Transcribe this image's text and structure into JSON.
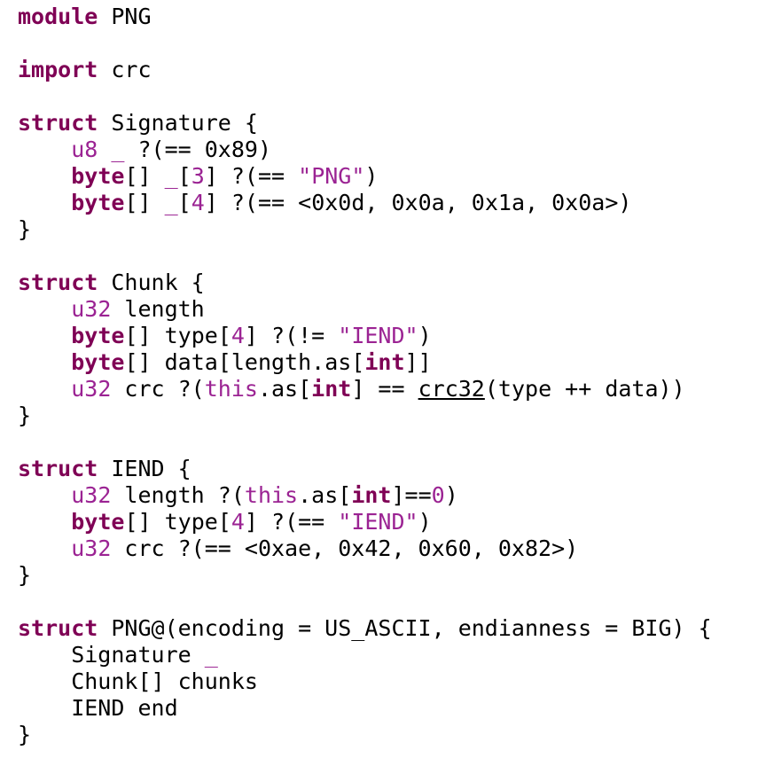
{
  "editor": {
    "colors": {
      "keyword": "#7f0055",
      "type": "#9b2393",
      "literal": "#9b2393",
      "default": "#000000",
      "background": "#ffffff"
    },
    "lines": [
      [
        {
          "t": "module",
          "s": "kw"
        },
        {
          "t": " PNG",
          "s": "plain"
        }
      ],
      [],
      [
        {
          "t": "import",
          "s": "kw"
        },
        {
          "t": " crc",
          "s": "plain"
        }
      ],
      [],
      [
        {
          "t": "struct",
          "s": "kw"
        },
        {
          "t": " Signature {",
          "s": "plain"
        }
      ],
      [
        {
          "t": "    ",
          "s": "plain"
        },
        {
          "t": "u8",
          "s": "type"
        },
        {
          "t": " ",
          "s": "plain"
        },
        {
          "t": "_",
          "s": "lit"
        },
        {
          "t": " ?(== 0x89)",
          "s": "plain"
        }
      ],
      [
        {
          "t": "    ",
          "s": "plain"
        },
        {
          "t": "byte",
          "s": "kw"
        },
        {
          "t": "[] ",
          "s": "plain"
        },
        {
          "t": "_",
          "s": "lit"
        },
        {
          "t": "[",
          "s": "plain"
        },
        {
          "t": "3",
          "s": "lit"
        },
        {
          "t": "] ?(== ",
          "s": "plain"
        },
        {
          "t": "\"PNG\"",
          "s": "lit"
        },
        {
          "t": ")",
          "s": "plain"
        }
      ],
      [
        {
          "t": "    ",
          "s": "plain"
        },
        {
          "t": "byte",
          "s": "kw"
        },
        {
          "t": "[] ",
          "s": "plain"
        },
        {
          "t": "_",
          "s": "lit"
        },
        {
          "t": "[",
          "s": "plain"
        },
        {
          "t": "4",
          "s": "lit"
        },
        {
          "t": "] ?(== <0x0d, 0x0a, 0x1a, 0x0a>)",
          "s": "plain"
        }
      ],
      [
        {
          "t": "}",
          "s": "plain"
        }
      ],
      [],
      [
        {
          "t": "struct",
          "s": "kw"
        },
        {
          "t": " Chunk {",
          "s": "plain"
        }
      ],
      [
        {
          "t": "    ",
          "s": "plain"
        },
        {
          "t": "u32",
          "s": "type"
        },
        {
          "t": " length",
          "s": "plain"
        }
      ],
      [
        {
          "t": "    ",
          "s": "plain"
        },
        {
          "t": "byte",
          "s": "kw"
        },
        {
          "t": "[] type[",
          "s": "plain"
        },
        {
          "t": "4",
          "s": "lit"
        },
        {
          "t": "] ?(!= ",
          "s": "plain"
        },
        {
          "t": "\"IEND\"",
          "s": "lit"
        },
        {
          "t": ")",
          "s": "plain"
        }
      ],
      [
        {
          "t": "    ",
          "s": "plain"
        },
        {
          "t": "byte",
          "s": "kw"
        },
        {
          "t": "[] data[length.as[",
          "s": "plain"
        },
        {
          "t": "int",
          "s": "kw"
        },
        {
          "t": "]]",
          "s": "plain"
        }
      ],
      [
        {
          "t": "    ",
          "s": "plain"
        },
        {
          "t": "u32",
          "s": "type"
        },
        {
          "t": " crc ?(",
          "s": "plain"
        },
        {
          "t": "this",
          "s": "type"
        },
        {
          "t": ".as[",
          "s": "plain"
        },
        {
          "t": "int",
          "s": "kw"
        },
        {
          "t": "] == ",
          "s": "plain"
        },
        {
          "t": "crc32",
          "s": "ul"
        },
        {
          "t": "(type ++ data))",
          "s": "plain"
        }
      ],
      [
        {
          "t": "}",
          "s": "plain"
        }
      ],
      [],
      [
        {
          "t": "struct",
          "s": "kw"
        },
        {
          "t": " IEND {",
          "s": "plain"
        }
      ],
      [
        {
          "t": "    ",
          "s": "plain"
        },
        {
          "t": "u32",
          "s": "type"
        },
        {
          "t": " length ?(",
          "s": "plain"
        },
        {
          "t": "this",
          "s": "type"
        },
        {
          "t": ".as[",
          "s": "plain"
        },
        {
          "t": "int",
          "s": "kw"
        },
        {
          "t": "]==",
          "s": "plain"
        },
        {
          "t": "0",
          "s": "lit"
        },
        {
          "t": ")",
          "s": "plain"
        }
      ],
      [
        {
          "t": "    ",
          "s": "plain"
        },
        {
          "t": "byte",
          "s": "kw"
        },
        {
          "t": "[] type[",
          "s": "plain"
        },
        {
          "t": "4",
          "s": "lit"
        },
        {
          "t": "] ?(== ",
          "s": "plain"
        },
        {
          "t": "\"IEND\"",
          "s": "lit"
        },
        {
          "t": ")",
          "s": "plain"
        }
      ],
      [
        {
          "t": "    ",
          "s": "plain"
        },
        {
          "t": "u32",
          "s": "type"
        },
        {
          "t": " crc ?(== <0xae, 0x42, 0x60, 0x82>)",
          "s": "plain"
        }
      ],
      [
        {
          "t": "}",
          "s": "plain"
        }
      ],
      [],
      [
        {
          "t": "struct",
          "s": "kw"
        },
        {
          "t": " PNG@(encoding = US_ASCII, endianness = BIG) {",
          "s": "plain"
        }
      ],
      [
        {
          "t": "    Signature ",
          "s": "plain"
        },
        {
          "t": "_",
          "s": "lit"
        }
      ],
      [
        {
          "t": "    Chunk[] chunks",
          "s": "plain"
        }
      ],
      [
        {
          "t": "    IEND end",
          "s": "plain"
        }
      ],
      [
        {
          "t": "}",
          "s": "plain"
        }
      ]
    ]
  }
}
